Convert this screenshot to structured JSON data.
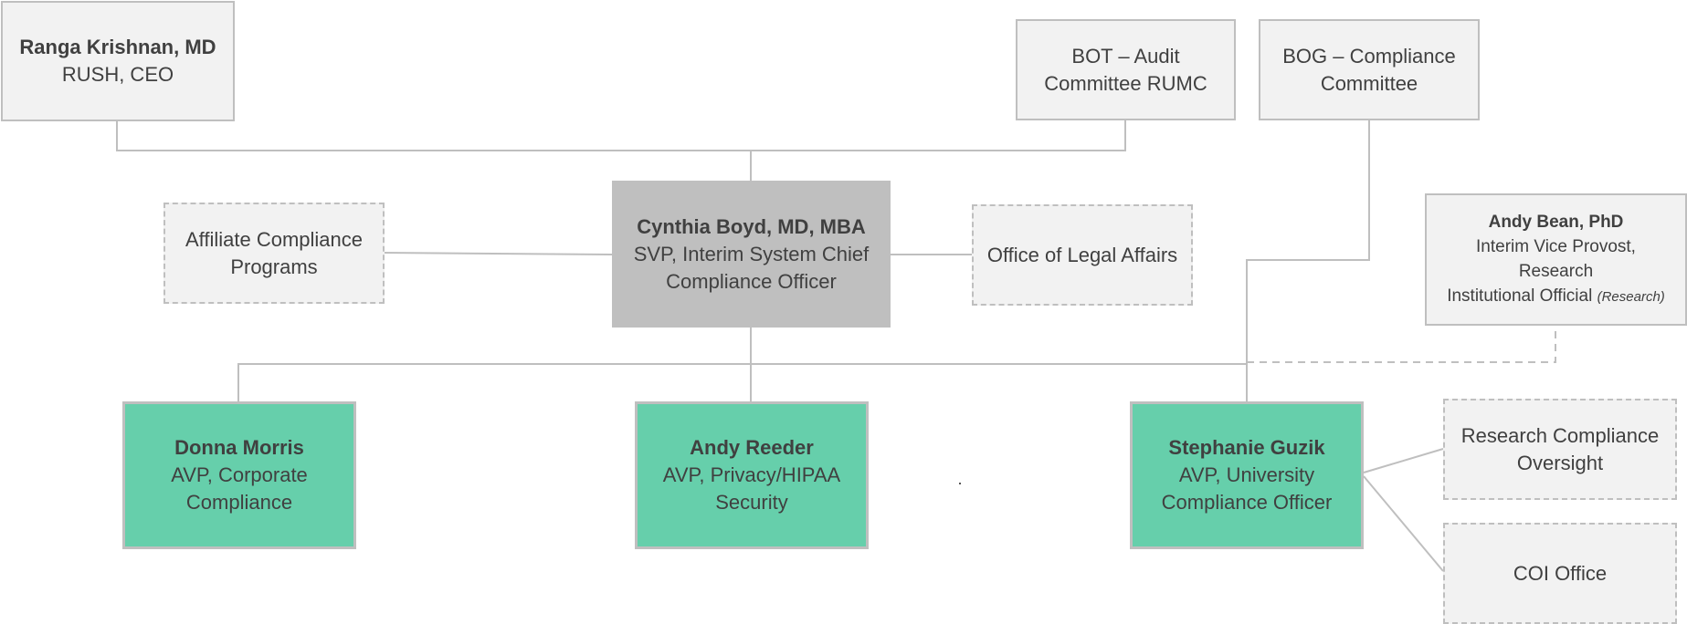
{
  "chart": {
    "nodes": {
      "ceo": {
        "name": "Ranga Krishnan, MD",
        "title_lines": [
          "RUSH, CEO"
        ]
      },
      "bot": {
        "title_lines": [
          "BOT – Audit",
          "Committee RUMC"
        ]
      },
      "bog": {
        "title_lines": [
          "BOG – Compliance",
          "Committee"
        ]
      },
      "chief": {
        "name": "Cynthia Boyd, MD, MBA",
        "title_lines": [
          "SVP, Interim System Chief",
          "Compliance Officer"
        ]
      },
      "affiliate": {
        "title_lines": [
          "Affiliate Compliance",
          "Programs"
        ]
      },
      "legal": {
        "title_lines": [
          "Office of Legal Affairs"
        ]
      },
      "research_official": {
        "name": "Andy Bean, PhD",
        "title_lines": [
          "Interim Vice Provost,",
          "Research",
          "Institutional Official"
        ],
        "note": "(Research)"
      },
      "corporate": {
        "name": "Donna Morris",
        "title_lines": [
          "AVP, Corporate",
          "Compliance"
        ]
      },
      "privacy": {
        "name": "Andy Reeder",
        "title_lines": [
          "AVP, Privacy/HIPAA",
          "Security"
        ]
      },
      "university": {
        "name": "Stephanie Guzik",
        "title_lines": [
          "AVP, University",
          "Compliance Officer"
        ]
      },
      "research_oversight": {
        "title_lines": [
          "Research Compliance",
          "Oversight"
        ]
      },
      "coi": {
        "title_lines": [
          "COI Office"
        ]
      }
    },
    "colors": {
      "leader_fill": "#bfbfbf",
      "direct_report_fill": "#66cfab",
      "neutral_fill": "#f2f2f2",
      "border": "#bfbfbf",
      "text": "#404040"
    }
  }
}
